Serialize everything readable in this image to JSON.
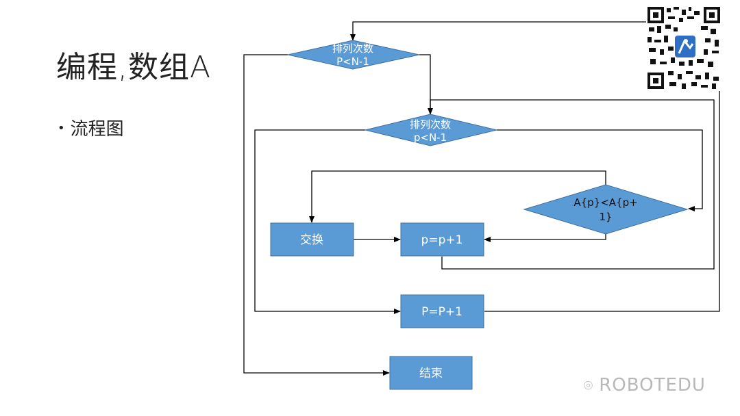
{
  "slide": {
    "title": "编程,数组A",
    "bullet": "流程图"
  },
  "flowchart": {
    "outer_loop": {
      "line1": "排列次数",
      "line2": "P<N-1"
    },
    "inner_loop": {
      "line1": "排列次数",
      "line2": "p<N-1"
    },
    "compare": {
      "line1": "A{p}<A{p+",
      "line2": "1}"
    },
    "swap": "交换",
    "inner_increment": "p=p+1",
    "outer_increment": "P=P+1",
    "end": "结束"
  },
  "watermark": "ROBOTEDU",
  "colors": {
    "box_fill": "#5b9bd5",
    "box_stroke": "#3f6f9f",
    "line": "#000000"
  }
}
